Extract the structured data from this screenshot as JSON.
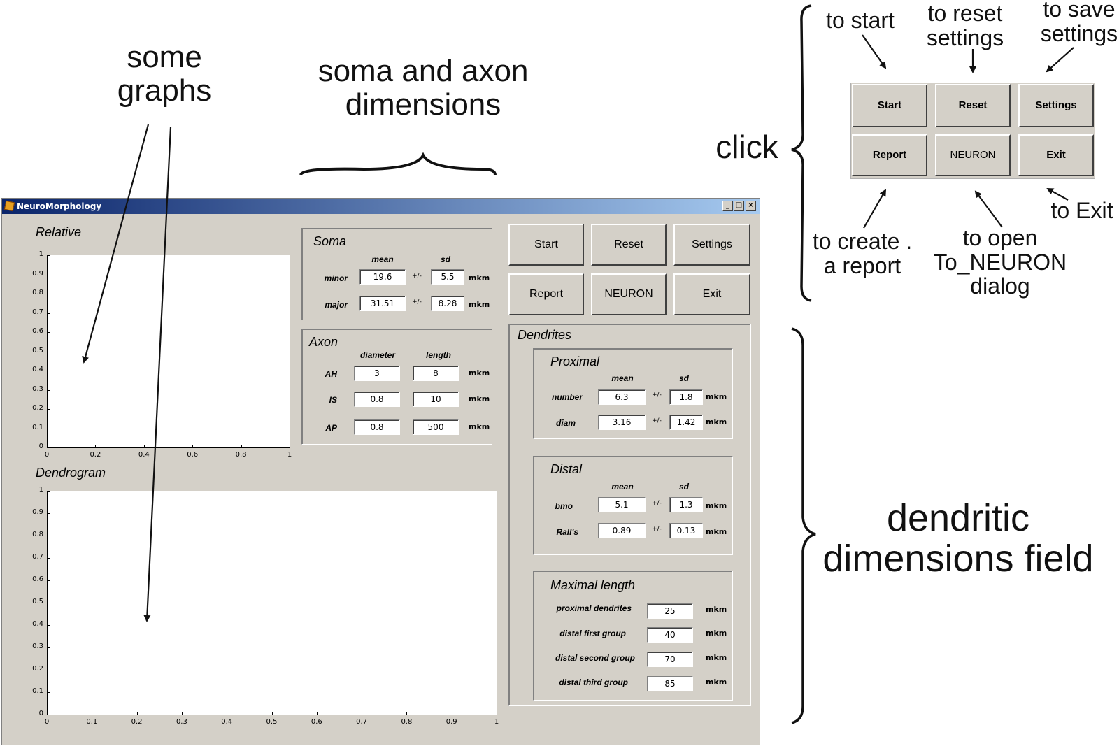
{
  "annotations": {
    "graphs": "some\ngraphs",
    "soma_axon": "soma and axon\ndimensions",
    "click": "click",
    "to_start": "to start",
    "to_reset": "to reset\nsettings",
    "to_save": "to save\nsettings",
    "to_report": "to create .\na report",
    "to_neuron": "to open\nTo_NEURON\ndialog",
    "to_exit": "to Exit",
    "dendritic": "dendritic\ndimensions field"
  },
  "callout_buttons": {
    "start": "Start",
    "reset": "Reset",
    "settings": "Settings",
    "report": "Report",
    "neuron": "NEURON",
    "exit": "Exit"
  },
  "window": {
    "title": "NeuroMorphology",
    "controls": {
      "minimize": "_",
      "maximize": "□",
      "close": "×"
    }
  },
  "graphs": {
    "relative": {
      "label": "Relative",
      "yticks": [
        "1",
        "0.9",
        "0.8",
        "0.7",
        "0.6",
        "0.5",
        "0.4",
        "0.3",
        "0.2",
        "0.1",
        "0"
      ],
      "xticks": [
        "0",
        "0.2",
        "0.4",
        "0.6",
        "0.8",
        "1"
      ]
    },
    "dendrogram": {
      "label": "Dendrogram",
      "yticks": [
        "1",
        "0.9",
        "0.8",
        "0.7",
        "0.6",
        "0.5",
        "0.4",
        "0.3",
        "0.2",
        "0.1",
        "0"
      ],
      "xticks": [
        "0",
        "0.1",
        "0.2",
        "0.3",
        "0.4",
        "0.5",
        "0.6",
        "0.7",
        "0.8",
        "0.9",
        "1"
      ]
    }
  },
  "soma": {
    "title": "Soma",
    "headers": {
      "mean": "mean",
      "sd": "sd"
    },
    "rows": [
      {
        "label": "minor",
        "mean": "19.6",
        "pm": "+/-",
        "sd": "5.5",
        "unit": "mkm"
      },
      {
        "label": "major",
        "mean": "31.51",
        "pm": "+/-",
        "sd": "8.28",
        "unit": "mkm"
      }
    ]
  },
  "axon": {
    "title": "Axon",
    "headers": {
      "diameter": "diameter",
      "length": "length"
    },
    "rows": [
      {
        "label": "AH",
        "diameter": "3",
        "length": "8",
        "unit": "mkm"
      },
      {
        "label": "IS",
        "diameter": "0.8",
        "length": "10",
        "unit": "mkm"
      },
      {
        "label": "AP",
        "diameter": "0.8",
        "length": "500",
        "unit": "mkm"
      }
    ]
  },
  "buttons": {
    "start": "Start",
    "reset": "Reset",
    "settings": "Settings",
    "report": "Report",
    "neuron": "NEURON",
    "exit": "Exit"
  },
  "dendrites": {
    "title": "Dendrites",
    "proximal": {
      "title": "Proximal",
      "headers": {
        "mean": "mean",
        "sd": "sd"
      },
      "rows": [
        {
          "label": "number",
          "mean": "6.3",
          "pm": "+/-",
          "sd": "1.8",
          "unit": "mkm"
        },
        {
          "label": "diam",
          "mean": "3.16",
          "pm": "+/-",
          "sd": "1.42",
          "unit": "mkm"
        }
      ]
    },
    "distal": {
      "title": "Distal",
      "headers": {
        "mean": "mean",
        "sd": "sd"
      },
      "rows": [
        {
          "label": "bmo",
          "mean": "5.1",
          "pm": "+/-",
          "sd": "1.3",
          "unit": "mkm"
        },
        {
          "label": "Rall's",
          "mean": "0.89",
          "pm": "+/-",
          "sd": "0.13",
          "unit": "mkm"
        }
      ]
    },
    "maximal": {
      "title": "Maximal length",
      "rows": [
        {
          "label": "proximal dendrites",
          "value": "25",
          "unit": "mkm"
        },
        {
          "label": "distal first group",
          "value": "40",
          "unit": "mkm"
        },
        {
          "label": "distal second group",
          "value": "70",
          "unit": "mkm"
        },
        {
          "label": "distal third group",
          "value": "85",
          "unit": "mkm"
        }
      ]
    }
  }
}
